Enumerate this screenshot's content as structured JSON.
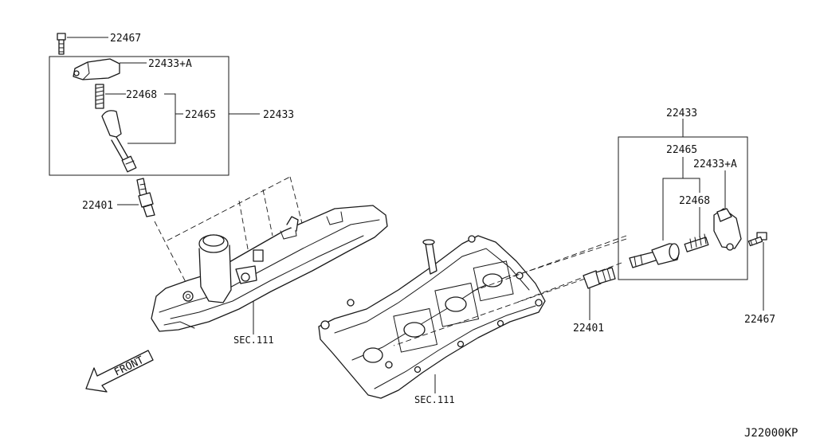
{
  "callouts": {
    "left_bolt": "22467",
    "left_coil": "22433+A",
    "left_spring": "22468",
    "left_boot": "22465",
    "left_assembly": "22433",
    "left_spark_plug": "22401",
    "left_cover_ref": "SEC.111",
    "right_assembly": "22433",
    "right_boot": "22465",
    "right_coil": "22433+A",
    "right_spring": "22468",
    "right_spark_plug": "22401",
    "right_bolt": "22467",
    "right_cover_ref": "SEC.111"
  },
  "direction_label": "FRONT",
  "diagram_code": "J22000KP"
}
